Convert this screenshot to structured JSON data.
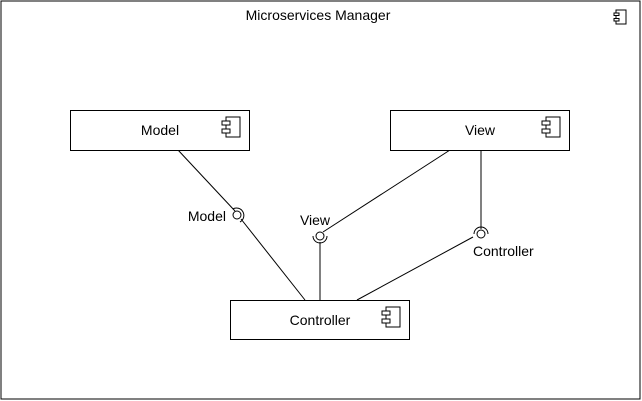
{
  "diagram": {
    "title": "Microservices Manager",
    "components": {
      "model": {
        "label": "Model"
      },
      "view": {
        "label": "View"
      },
      "controller": {
        "label": "Controller"
      }
    },
    "interfaces": {
      "model": {
        "label": "Model"
      },
      "view": {
        "label": "View"
      },
      "controller": {
        "label": "Controller"
      }
    }
  }
}
